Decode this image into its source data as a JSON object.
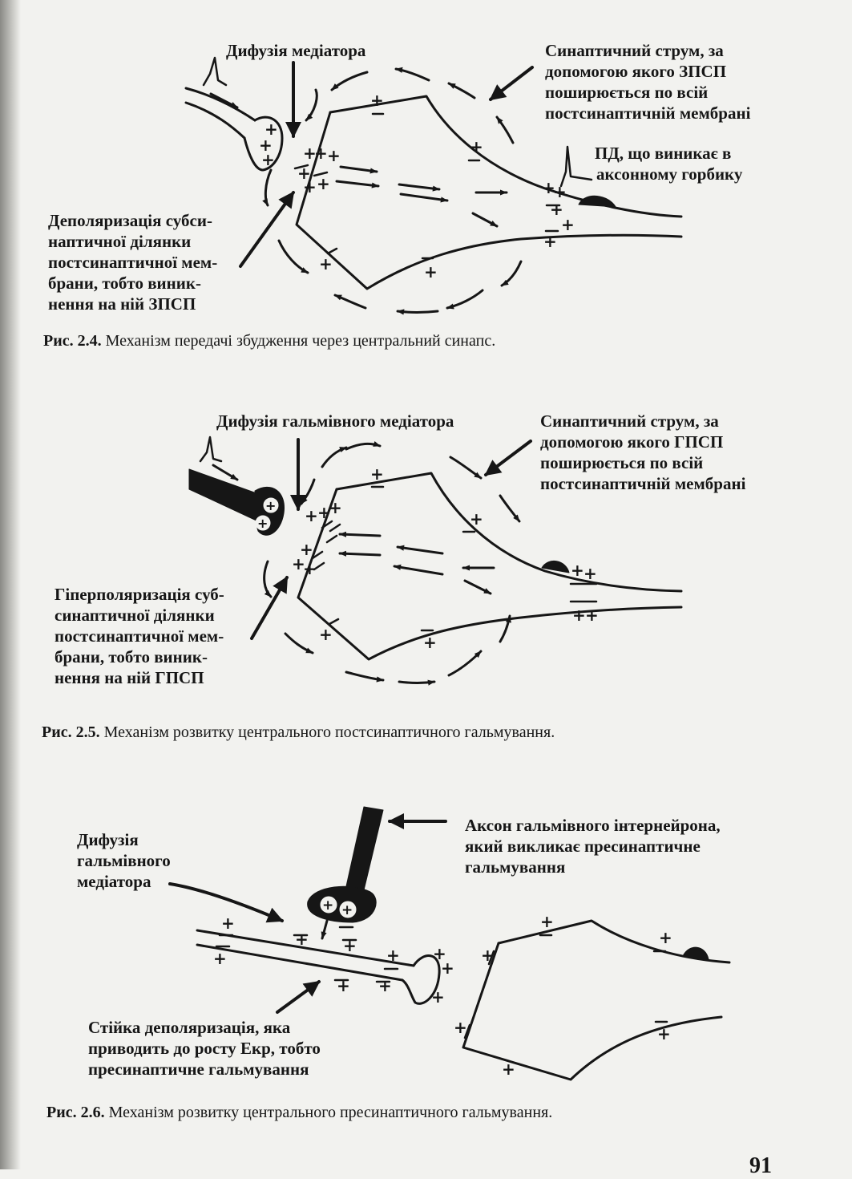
{
  "figures": [
    {
      "labels": {
        "diffusion": "Дифузія медіатора",
        "current": [
          "Синаптичний струм, за",
          "допомогою якого ЗПСП",
          "поширюється по всій",
          "постсинаптичній мембрані"
        ],
        "ap": [
          "ПД, що виникає в",
          "аксонному горбику"
        ],
        "depolarization": [
          "Деполяризація субси-",
          "наптичної ділянки",
          "постсинаптичної мем-",
          "брани, тобто виник-",
          "нення на ній ЗПСП"
        ]
      },
      "caption": {
        "number": "Рис. 2.4.",
        "text": " Механізм передачі збудження через центральний синапс."
      }
    },
    {
      "labels": {
        "diffusion": "Дифузія гальмівного медіатора",
        "current": [
          "Синаптичний струм, за",
          "допомогою якого ГПСП",
          "поширюється по всій",
          "постсинаптичній мембрані"
        ],
        "hyperpolarization": [
          "Гіперполяризація суб-",
          "синаптичної ділянки",
          "постсинаптичної мем-",
          "брани, тобто виник-",
          "нення на ній ГПСП"
        ]
      },
      "caption": {
        "number": "Рис. 2.5.",
        "text": " Механізм розвитку центрального постсинаптичного гальмування."
      }
    },
    {
      "labels": {
        "diffusion": [
          "Дифузія",
          "гальмівного",
          "медіатора"
        ],
        "axon": [
          "Аксон гальмівного інтернейрона,",
          "який викликає пресинаптичне",
          "гальмування"
        ],
        "depolarization": [
          "Стійка деполяризація, яка",
          "приводить до росту Eкр, тобто",
          "пресинаптичне гальмування"
        ]
      },
      "caption": {
        "number": "Рис. 2.6.",
        "text": " Механізм розвитку центрального пресинаптичного гальмування."
      }
    }
  ],
  "page_number": "91"
}
